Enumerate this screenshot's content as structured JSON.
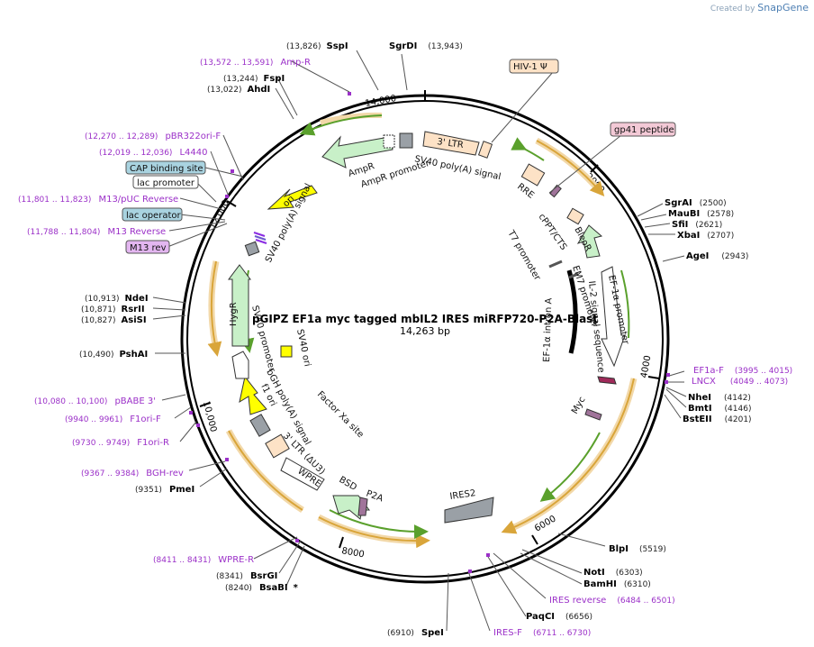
{
  "credit": {
    "prefix": "Created by",
    "brand": "SnapGene"
  },
  "title": "pGIPZ EF1a myc tagged mbIL2 IRES miRFP720-P2A-Blast",
  "subtitle": "14,263 bp",
  "ticks": [
    "2000",
    "4000",
    "6000",
    "8000",
    "10,000",
    "12,000",
    "14,000"
  ],
  "features": {
    "hiv1": "HIV-1 Ψ",
    "gp41": "gp41 peptide",
    "ltr3": "3' LTR",
    "sv40pa": "SV40 poly(A) signal",
    "ampr": "AmpR",
    "ampr_promoter": "AmpR promoter",
    "ori": "ori",
    "sv40pa2": "SV40 poly(A) signal",
    "rre": "RRE",
    "cppt": "cPPT/CTS",
    "bleor": "BleoR",
    "t7": "T7 promoter",
    "em7": "EM7 promoter",
    "ef1a_promoter": "EF-1α promoter",
    "il2": "IL-2 signal sequence",
    "ef1a_intron": "EF-1α intron A",
    "myc": "Myc",
    "hygr": "HygR",
    "sv40_promoter": "SV40 promoter",
    "sv40_ori": "SV40 ori",
    "bgh": "bGH poly(A) signal",
    "f1ori": "f1 ori",
    "ltr_du3": "3' LTR (ΔU3)",
    "factorxa": "Factor Xa site",
    "wpre": "WPRE",
    "bsd": "BSD",
    "p2a": "P2A",
    "ires2": "IRES2"
  },
  "sites": {
    "sspi": {
      "name": "SspI",
      "pos": "(13,826)"
    },
    "sgrdi": {
      "name": "SgrDI",
      "pos": "(13,943)"
    },
    "fspi": {
      "name": "FspI",
      "pos": "(13,244)"
    },
    "ahdi": {
      "name": "AhdI",
      "pos": "(13,022)"
    },
    "sgrai": {
      "name": "SgrAI",
      "pos": "(2500)"
    },
    "maubi": {
      "name": "MauBI",
      "pos": "(2578)"
    },
    "sfii": {
      "name": "SfiI",
      "pos": "(2621)"
    },
    "xbai": {
      "name": "XbaI",
      "pos": "(2707)"
    },
    "agei": {
      "name": "AgeI",
      "pos": "(2943)"
    },
    "ndei": {
      "name": "NdeI",
      "pos": "(10,913)"
    },
    "rsrii": {
      "name": "RsrII",
      "pos": "(10,871)"
    },
    "asisi": {
      "name": "AsiSI",
      "pos": "(10,827)"
    },
    "pshai": {
      "name": "PshAI",
      "pos": "(10,490)"
    },
    "nhei": {
      "name": "NheI",
      "pos": "(4142)"
    },
    "bmti": {
      "name": "BmtI",
      "pos": "(4146)"
    },
    "bsteii": {
      "name": "BstEII",
      "pos": "(4201)"
    },
    "pmei": {
      "name": "PmeI",
      "pos": "(9351)"
    },
    "blpi": {
      "name": "BlpI",
      "pos": "(5519)"
    },
    "noti": {
      "name": "NotI",
      "pos": "(6303)"
    },
    "bamhi": {
      "name": "BamHI",
      "pos": "(6310)"
    },
    "paqci": {
      "name": "PaqCI",
      "pos": "(6656)"
    },
    "spei": {
      "name": "SpeI",
      "pos": "(6910)"
    },
    "bsrgi": {
      "name": "BsrGI",
      "pos": "(8341)"
    },
    "bsabi": {
      "name": "BsaBI",
      "pos": "(8240)",
      "mark": "*"
    }
  },
  "primers": {
    "ampr": {
      "name": "Amp-R",
      "pos": "(13,572 .. 13,591)"
    },
    "pbr322": {
      "name": "pBR322ori-F",
      "pos": "(12,270 .. 12,289)"
    },
    "l4440": {
      "name": "L4440",
      "pos": "(12,019 .. 12,036)"
    },
    "m13puc": {
      "name": "M13/pUC Reverse",
      "pos": "(11,801 .. 11,823)"
    },
    "m13rev": {
      "name": "M13 Reverse",
      "pos": "(11,788 .. 11,804)"
    },
    "ef1af": {
      "name": "EF1a-F",
      "pos": "(3995 .. 4015)"
    },
    "lncx": {
      "name": "LNCX",
      "pos": "(4049 .. 4073)"
    },
    "pbabe": {
      "name": "pBABE 3'",
      "pos": "(10,080 .. 10,100)"
    },
    "f1orif": {
      "name": "F1ori-F",
      "pos": "(9940 .. 9961)"
    },
    "f1orir": {
      "name": "F1ori-R",
      "pos": "(9730 .. 9749)"
    },
    "bghrev": {
      "name": "BGH-rev",
      "pos": "(9367 .. 9384)"
    },
    "wprer": {
      "name": "WPRE-R",
      "pos": "(8411 .. 8431)"
    },
    "iresrev": {
      "name": "IRES reverse",
      "pos": "(6484 .. 6501)"
    },
    "iresf": {
      "name": "IRES-F",
      "pos": "(6711 .. 6730)"
    }
  },
  "boxes": {
    "cap": "CAP binding site",
    "lacp": "lac promoter",
    "laco": "lac operator",
    "m13rev": "M13 rev"
  },
  "colors": {
    "backbone": "#000000",
    "orf_green": "#c8f0c8",
    "ltr_peach": "#fde2c6",
    "ori_yellow": "#ffff00",
    "promoter_white": "#ffffff",
    "gray_feature": "#9aa0a6",
    "orf_arc_orange": "#d9a53a",
    "orf_arc_green": "#5aa02c",
    "primer_purple": "#9b30c8",
    "cap_box": "#a9d3e0",
    "m13_box": "#e3b6f0",
    "gp41_box": "#f3c9d6"
  }
}
